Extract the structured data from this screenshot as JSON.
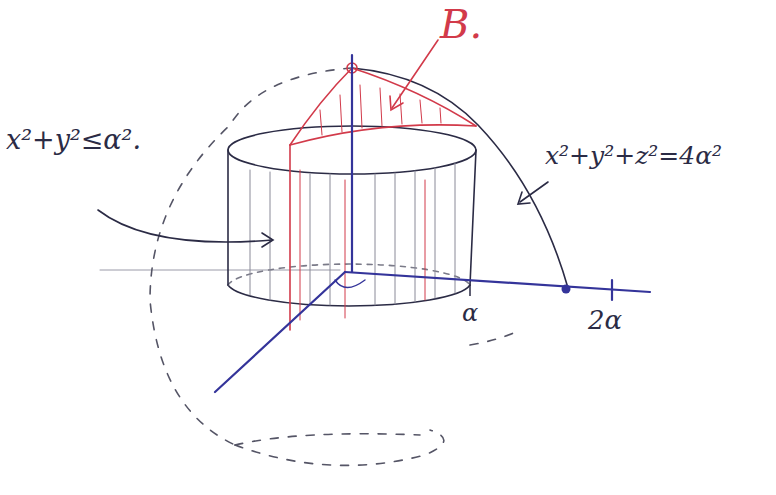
{
  "diagram": {
    "labels": [
      "B.",
      "x²+y²≤α².",
      "x²+y²+z²=4α²",
      "α",
      "2α"
    ]
  }
}
